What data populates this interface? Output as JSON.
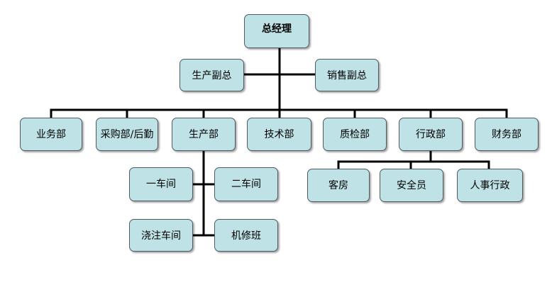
{
  "org_chart": {
    "root": "总经理",
    "vice_presidents": [
      "生产副总",
      "销售副总"
    ],
    "departments": [
      "业务部",
      "采购部/后勤",
      "生产部",
      "技术部",
      "质检部",
      "行政部",
      "财务部"
    ],
    "production_units": [
      "一车间",
      "二车间",
      "浇注车间",
      "机修班"
    ],
    "admin_units": [
      "客房",
      "安全员",
      "人事行政"
    ]
  },
  "colors": {
    "box_fill": "#bfe2e6",
    "box_border": "#4f5b63",
    "connector": "#000000"
  }
}
